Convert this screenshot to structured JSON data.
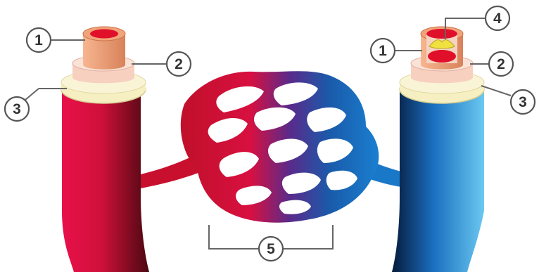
{
  "labels": {
    "artery_inner": "1",
    "artery_middle": "2",
    "artery_outer": "3",
    "vein_inner": "1",
    "vein_middle": "2",
    "vein_outer": "3",
    "vein_valve": "4",
    "capillary_bed": "5"
  },
  "colors": {
    "artery": "#d0103a",
    "vein": "#1a7fd0",
    "layer_inner": "#f2a37a",
    "layer_middle": "#f7d0c0",
    "layer_outer": "#f6efc2",
    "lumen": "#e0102a"
  }
}
